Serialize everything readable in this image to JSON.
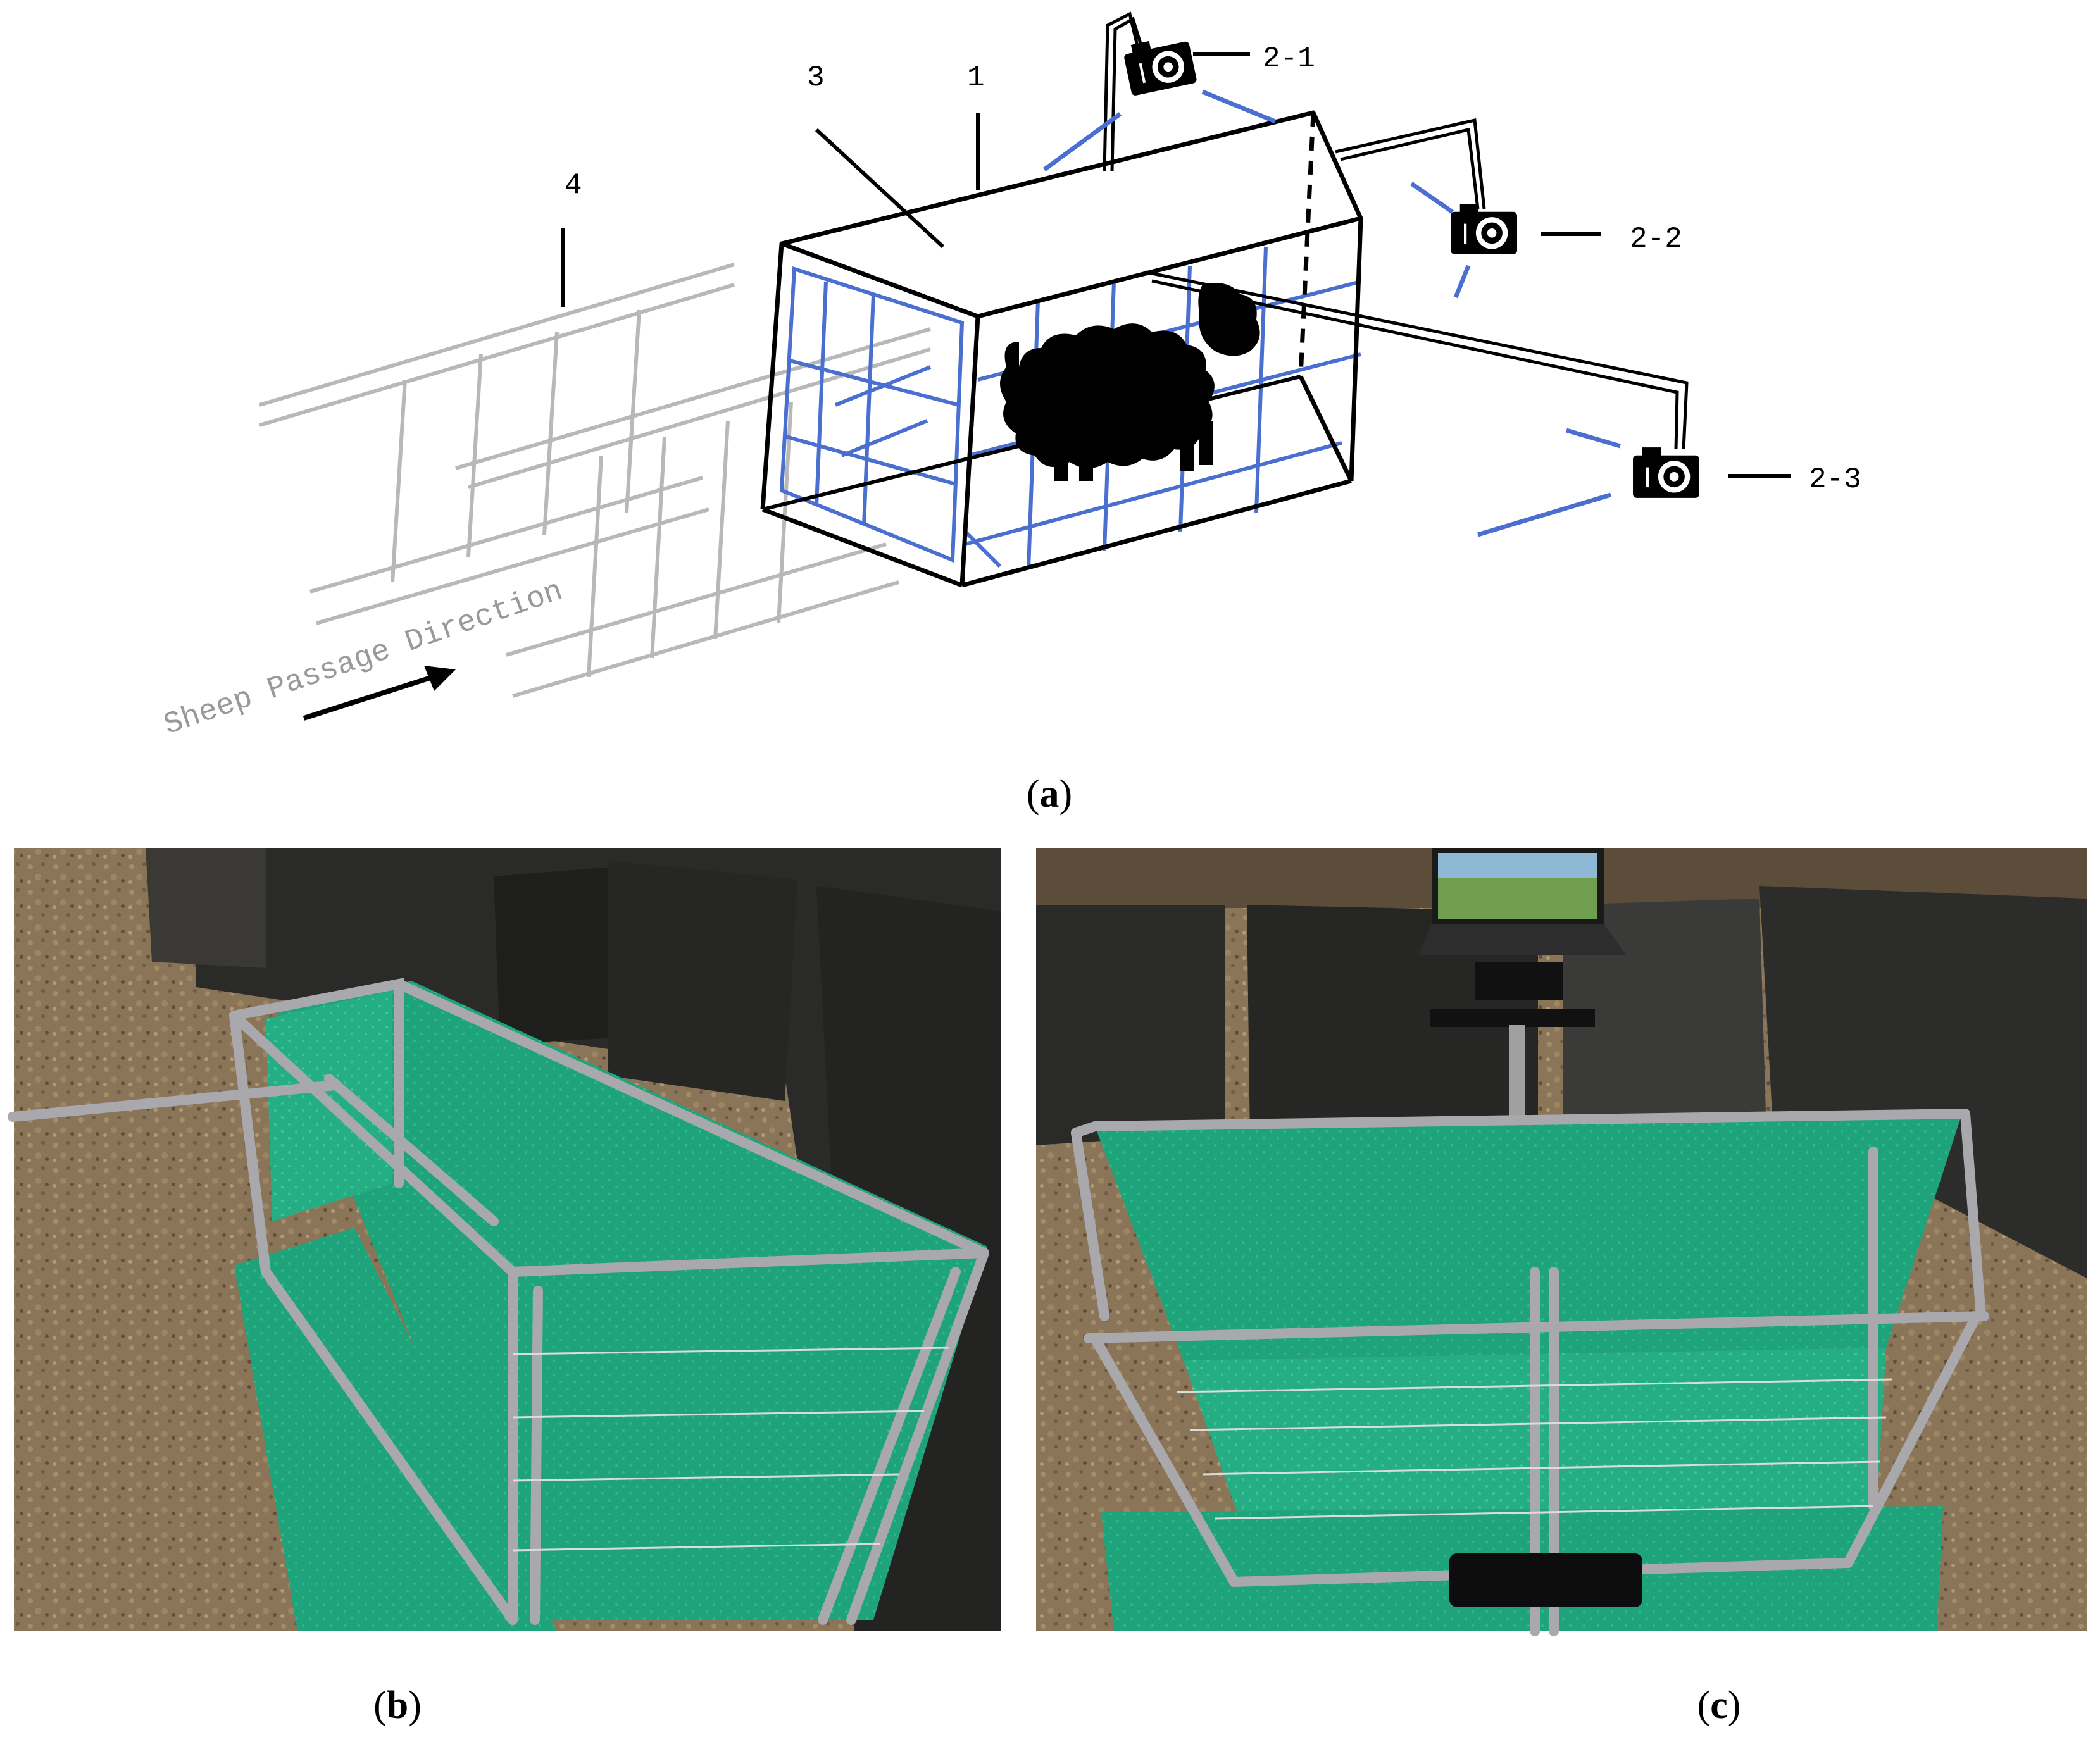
{
  "diagram": {
    "labels": {
      "frame": "1",
      "camera_top": "2-1",
      "camera_side": "2-2",
      "camera_rear": "2-3",
      "cover": "3",
      "passage": "4"
    },
    "direction_text": "Sheep Passage Direction"
  },
  "captions": {
    "a": {
      "open": "(",
      "letter": "a",
      "close": ")"
    },
    "b": {
      "open": "(",
      "letter": "b",
      "close": ")"
    },
    "c": {
      "open": "(",
      "letter": "c",
      "close": ")"
    }
  },
  "colors": {
    "grid_blue": "#4a6fd0",
    "passage_gray": "#b8b8b8",
    "cloth_green": "#1fa37a",
    "board_dark": "#2a2a28",
    "ground_brown": "#8a7558"
  },
  "icons": [
    "camera-icon",
    "sheep-silhouette",
    "arrow-icon"
  ]
}
